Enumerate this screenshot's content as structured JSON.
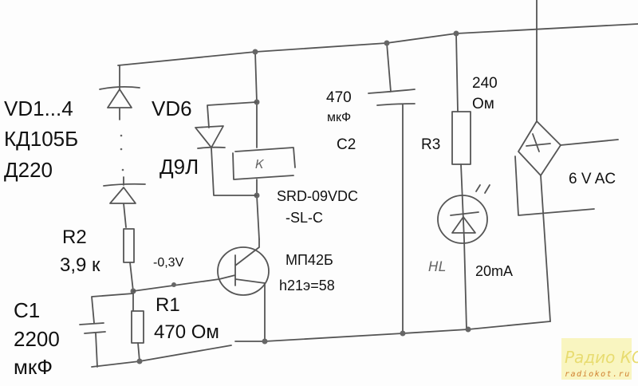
{
  "labels": {
    "vd1_4": "VD1...4",
    "vd1_4_type1": "КД105Б",
    "vd1_4_type2": "Д220",
    "vd6": "VD6",
    "vd6_type": "Д9Л",
    "relay_mark": "К",
    "relay_type1": "SRD-09VDC",
    "relay_type2": "-SL-C",
    "r2": "R2",
    "r2_value": "3,9 к",
    "base_voltage": "-0,3V",
    "transistor_type": "МП42Б",
    "transistor_gain": "h21э=58",
    "r1": "R1",
    "r1_value": "470 Ом",
    "c1": "C1",
    "c1_value": "2200",
    "c1_unit": "мкФ",
    "c2_value": "470",
    "c2_unit": "мкФ",
    "c2": "C2",
    "r3": "R3",
    "r3_value": "240",
    "r3_unit": "Ом",
    "supply": "6 V AC",
    "led": "HL",
    "led_current": "20mA"
  },
  "watermark": {
    "line1": "Радио КОТ",
    "line2": "radiokot.ru",
    "color": "#f5f0a0"
  },
  "colors": {
    "wire": "#555555",
    "text": "#111111"
  }
}
